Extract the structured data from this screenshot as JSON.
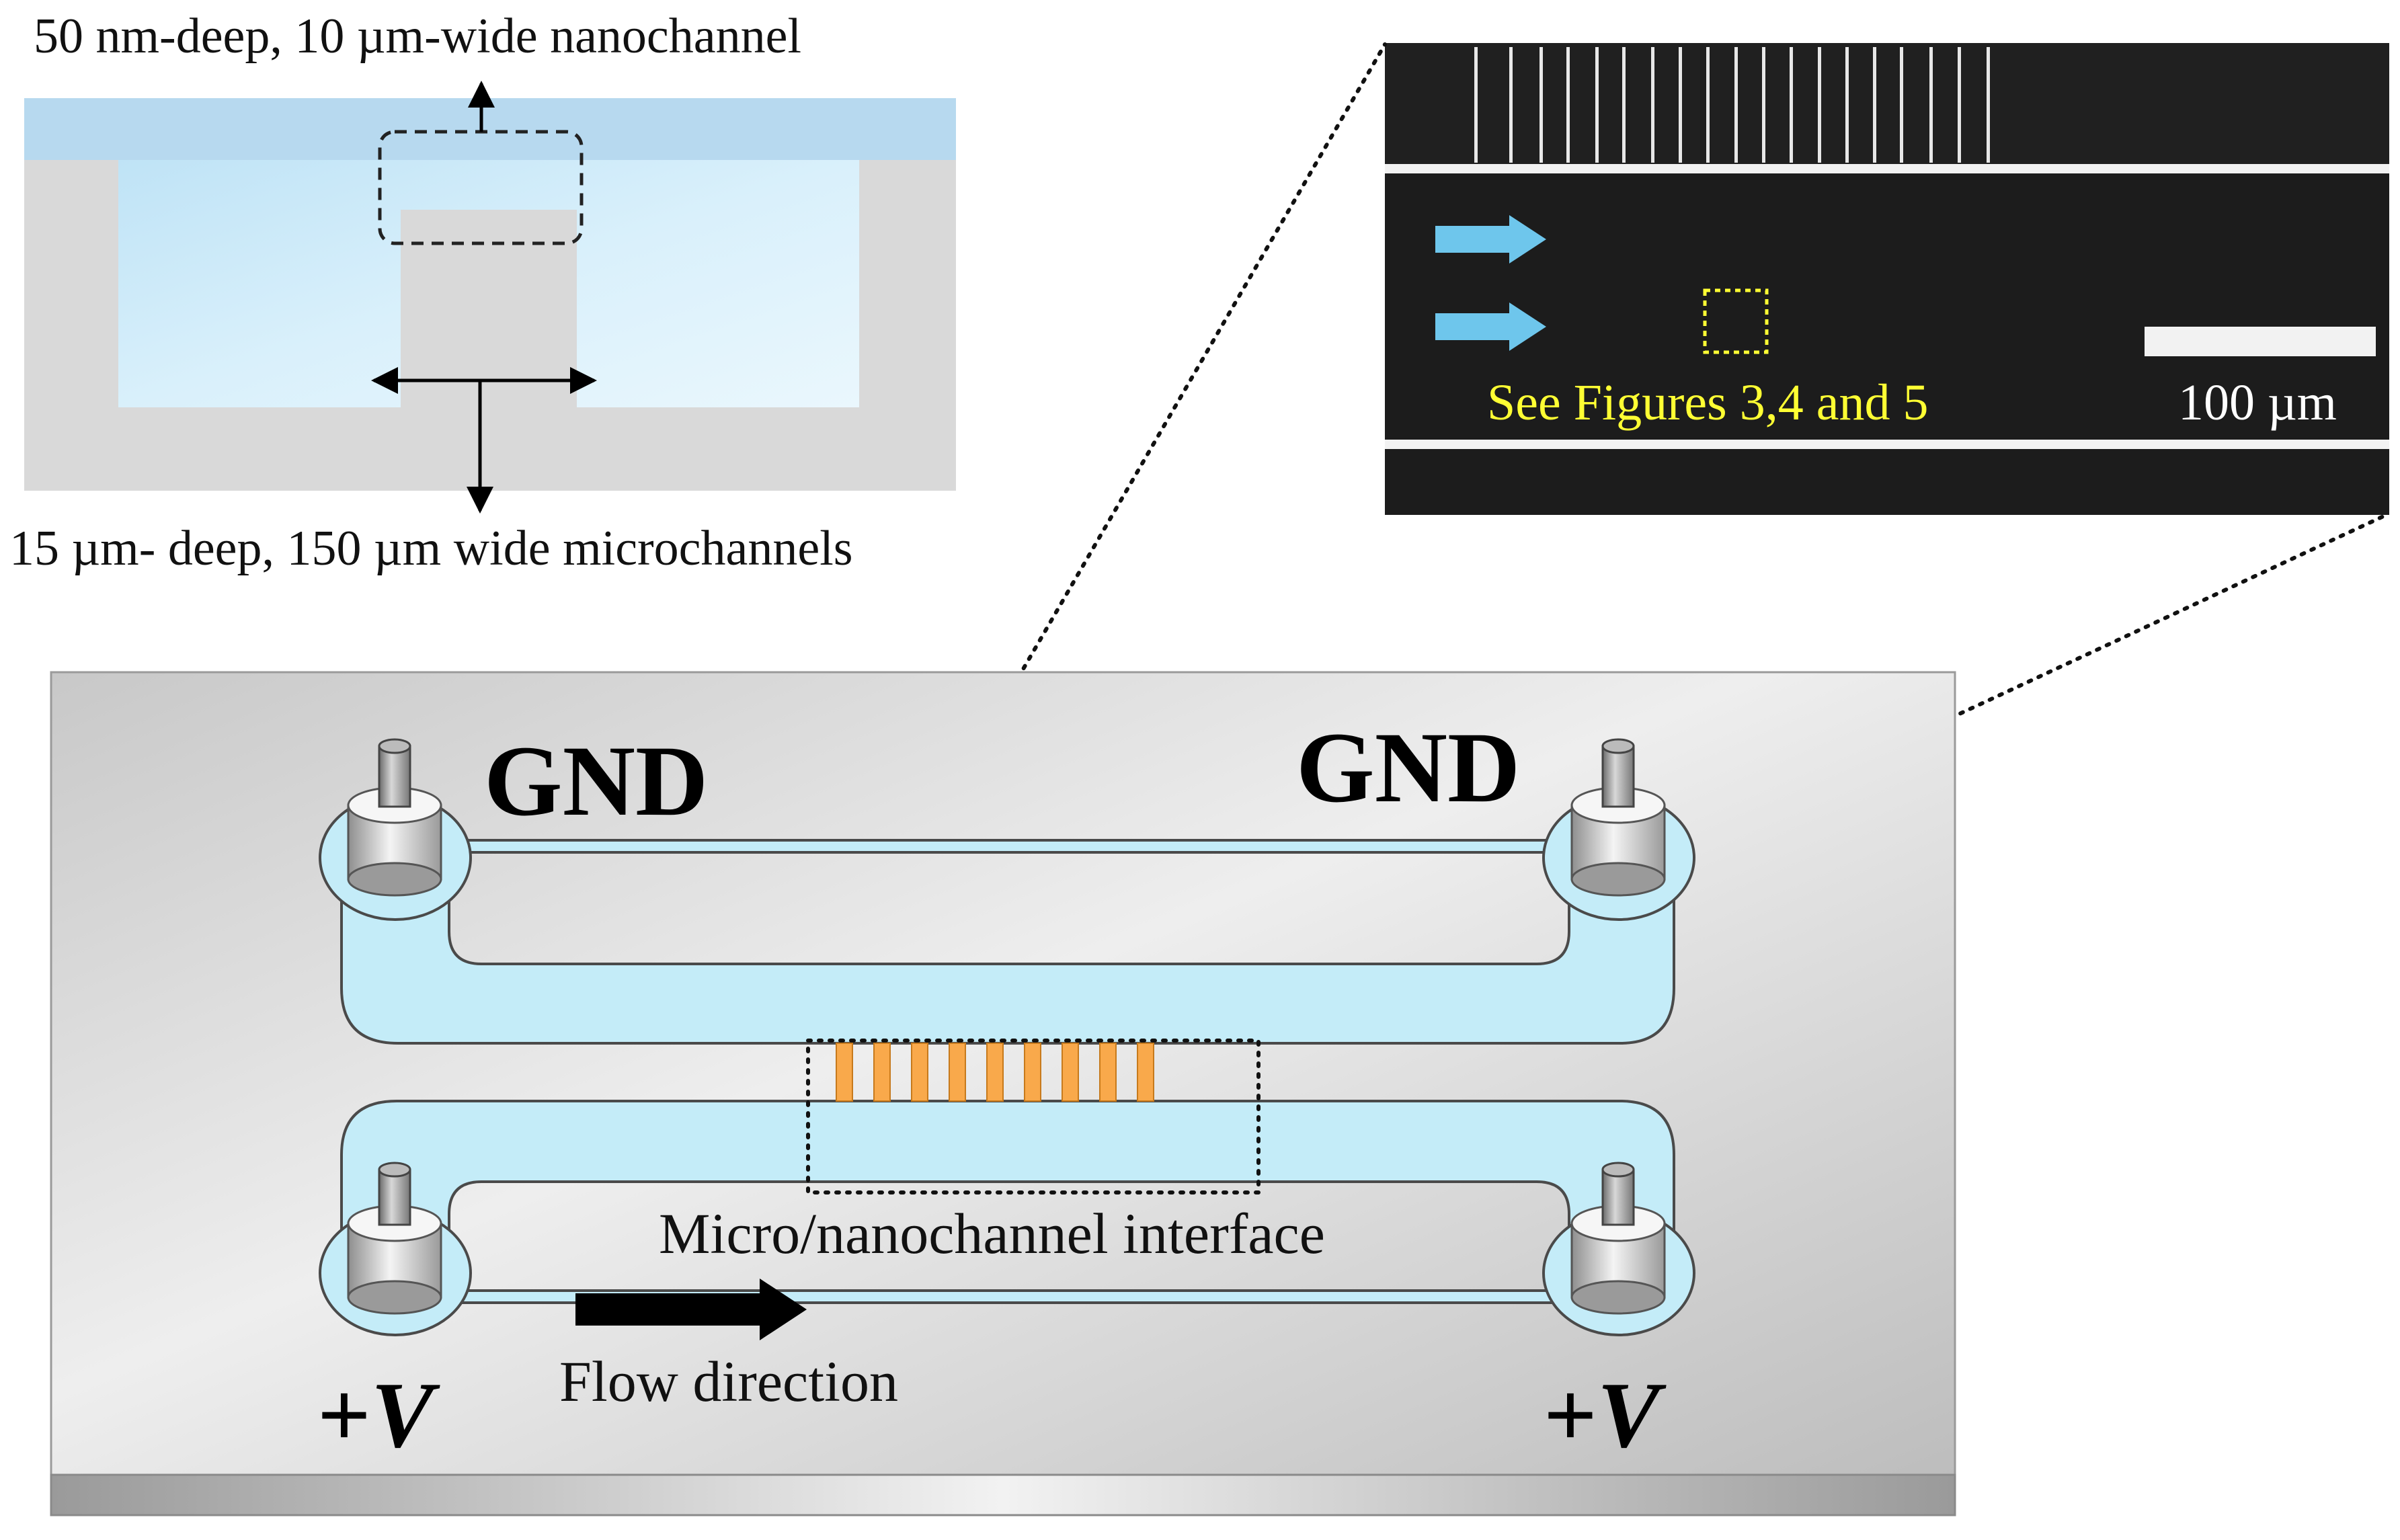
{
  "cross_section": {
    "nanochannel_label": "50 nm-deep, 10 µm-wide nanochannel",
    "microchannel_label": "15 µm- deep, 150 µm wide microchannels"
  },
  "micrograph": {
    "annotation": "See Figures 3,4 and 5",
    "scale_bar": "100 µm"
  },
  "chip": {
    "gnd_left": "GND",
    "gnd_right": "GND",
    "plus_left": "+",
    "v_left": "V",
    "plus_right": "+",
    "v_right": "V",
    "interface_label": "Micro/nanochannel interface",
    "flow_label": "Flow direction"
  },
  "colors": {
    "channel_fill": "#c4ecf8",
    "nanochannel_orange": "#f9a94b",
    "micrograph_bg": "#1c1c1c",
    "annotation_yellow": "#ffff33",
    "arrow_blue": "#6ec6ec"
  }
}
